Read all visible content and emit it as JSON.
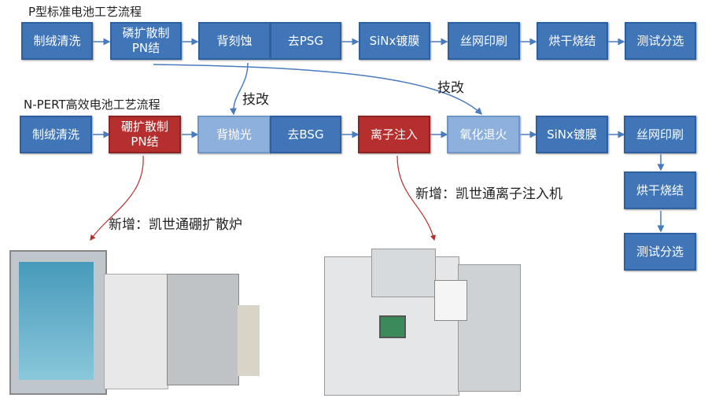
{
  "p_title": "P型标准电池工艺流程",
  "p_steps": [
    "制绒清洗",
    "磷扩散制\nPN结",
    "背刻蚀",
    "去PSG",
    "SiNx镀膜",
    "丝网印刷",
    "烘干烧结",
    "测试分选"
  ],
  "n_title": "N-PERT高效电池工艺流程",
  "n_steps": [
    "制绒清洗",
    "硼扩散制\nPN结",
    "背抛光",
    "去BSG",
    "离子注入",
    "氧化退火",
    "SiNx镀膜",
    "丝网印刷",
    "烘干烧结",
    "测试分选"
  ],
  "labels": {
    "mod1": "技改",
    "mod2": "技改",
    "new1": "新增：凯世通硼扩散炉",
    "new2": "新增：凯世通离子注入机"
  },
  "colors": {
    "blue": "#4075b8",
    "red": "#b52f2e",
    "light": "#8db0dd"
  }
}
